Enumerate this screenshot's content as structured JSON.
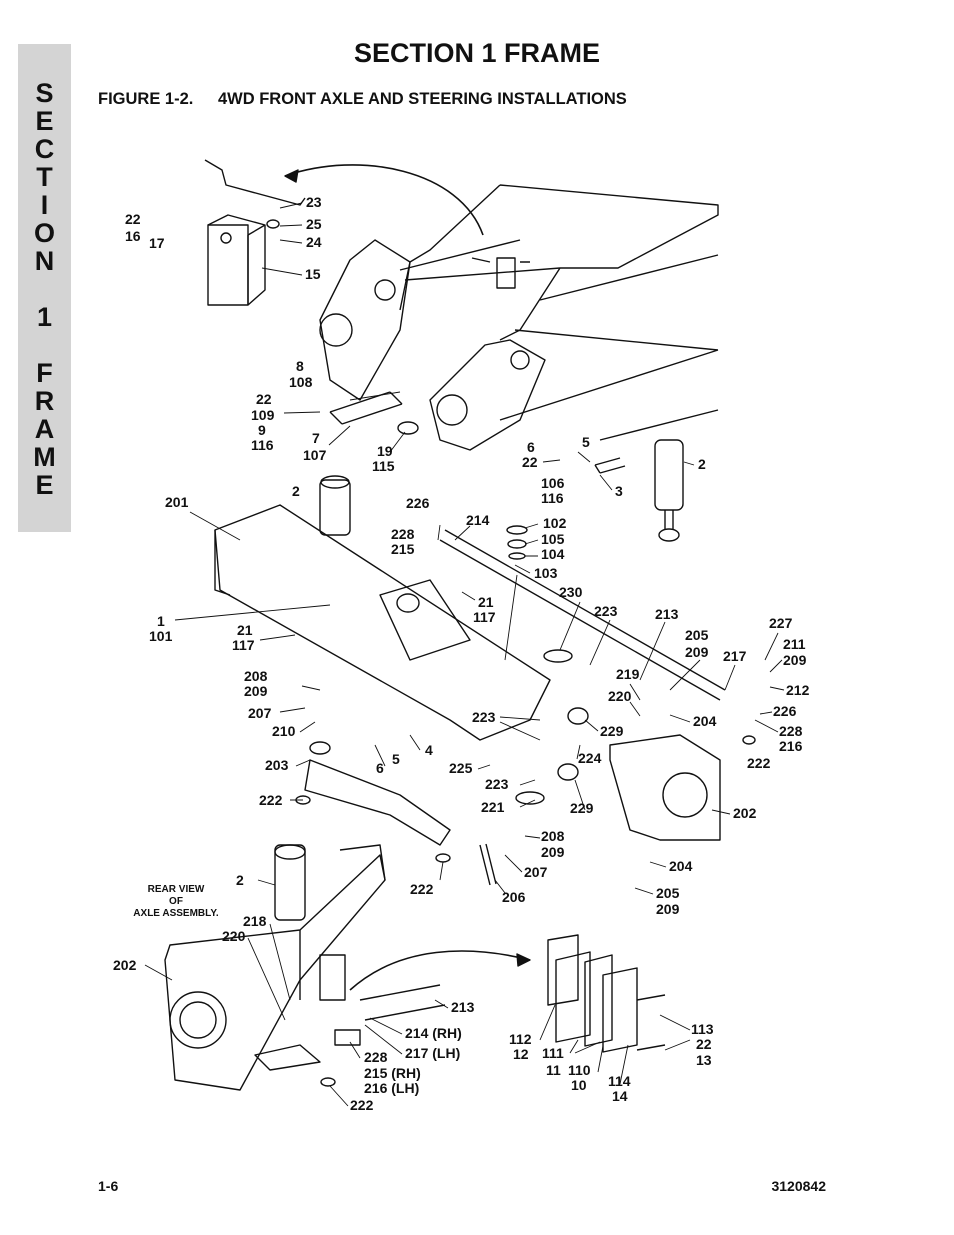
{
  "side_tab": {
    "letters": [
      "S",
      "E",
      "C",
      "T",
      "I",
      "O",
      "N",
      "1",
      "F",
      "R",
      "A",
      "M",
      "E"
    ]
  },
  "header": {
    "title": "SECTION 1  FRAME"
  },
  "figure": {
    "number": "FIGURE 1-2.",
    "title": "4WD FRONT AXLE AND STEERING INSTALLATIONS",
    "rear_view_note": [
      "REAR  VIEW",
      "OF",
      "AXLE ASSEMBLY."
    ],
    "callouts": {
      "c23a": "23",
      "c25": "25",
      "c24": "24",
      "c15": "15",
      "c22a": "22",
      "c16a": "16",
      "c17": "17",
      "c8": "8",
      "c108": "108",
      "c22b": "22",
      "c109": "109",
      "c9": "9",
      "c116a": "116",
      "c7": "7",
      "c107": "107",
      "c19": "19",
      "c115": "115",
      "c6a": "6",
      "c22c": "22",
      "c5a": "5",
      "c3": "3",
      "c2a": "2",
      "c201": "201",
      "c2b": "2",
      "c226a": "226",
      "c228a": "228",
      "c215a": "215",
      "c214a": "214",
      "c106": "106",
      "c116b": "116",
      "c102": "102",
      "c105": "105",
      "c104": "104",
      "c103": "103",
      "c1": "1",
      "c101": "101",
      "c21a": "21",
      "c117a": "117",
      "c21b": "21",
      "c117b": "117",
      "c230": "230",
      "c223a": "223",
      "c213a": "213",
      "c227": "227",
      "c211": "211",
      "c209a": "209",
      "c205a": "205",
      "c209b": "209",
      "c217a": "217",
      "c219": "219",
      "c220a": "220",
      "c212": "212",
      "c226b": "226",
      "c228b": "228",
      "c216a": "216",
      "c204a": "204",
      "c222a": "222",
      "c208a": "208",
      "c209c": "209",
      "c207a": "207",
      "c210": "210",
      "c223b": "223",
      "c229a": "229",
      "c4": "4",
      "c6b": "6",
      "c5b": "5",
      "c224": "224",
      "c203": "203",
      "c225": "225",
      "c223c": "223",
      "c221": "221",
      "c229b": "229",
      "c202a": "202",
      "c222b": "222",
      "c208b": "208",
      "c209d": "209",
      "c207b": "207",
      "c204b": "204",
      "c205b": "205",
      "c209e": "209",
      "c222c": "222",
      "c206": "206",
      "c2c": "2",
      "c218": "218",
      "c220b": "220",
      "c202b": "202",
      "c213b": "213",
      "c214b": "214 (RH)",
      "c217b": "217 (LH)",
      "c228c": "228",
      "c215b": "215 (RH)",
      "c216b": "216 (LH)",
      "c222d": "222",
      "c112": "112",
      "c12": "12",
      "c111": "111",
      "c11": "11",
      "c110": "110",
      "c10": "10",
      "c114": "114",
      "c14": "14",
      "c113": "113",
      "c22d": "22",
      "c13": "13"
    }
  },
  "footer": {
    "page": "1-6",
    "doc_number": "3120842"
  }
}
